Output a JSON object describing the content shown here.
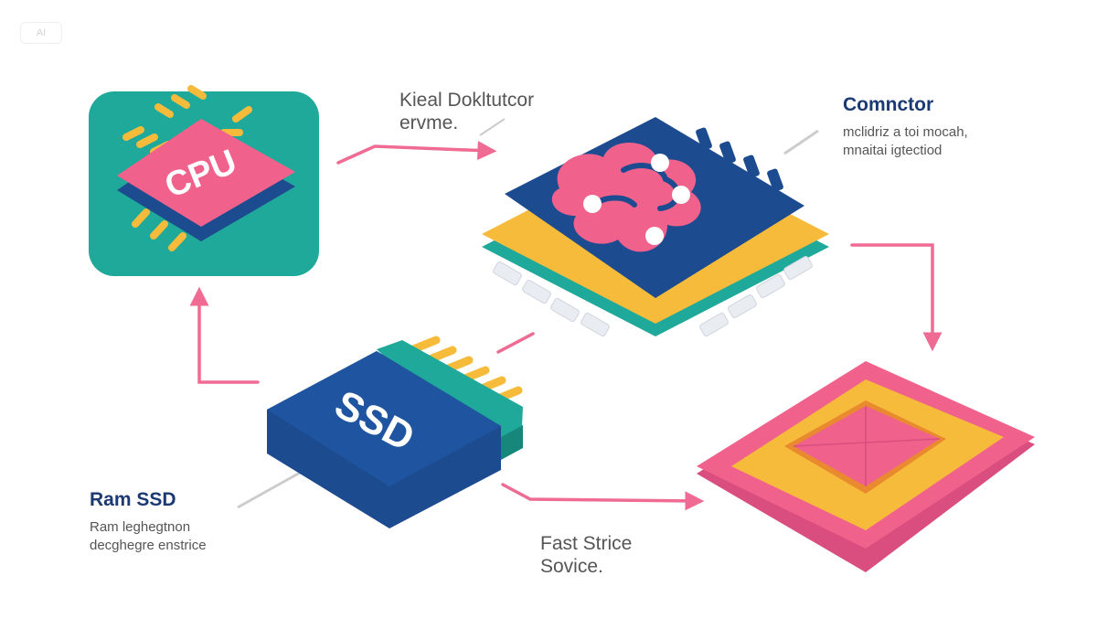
{
  "corner_badge": "AI",
  "nodes": {
    "cpu": {
      "label": "CPU"
    },
    "processor": {
      "label": ""
    },
    "ssd": {
      "label": "SSD"
    },
    "storage": {
      "label": ""
    }
  },
  "annotations": {
    "top_center": {
      "line1": "Kieal Dokltutcor",
      "line2": "ervme."
    },
    "top_right": {
      "title": "Comnctor",
      "line1": "mclidriz a toi mocah,",
      "line2": "mnaitai igtectiod"
    },
    "bottom_left": {
      "title": "Ram SSD",
      "line1": "Ram leghegtnon",
      "line2": "decghegre enstrice"
    },
    "bottom_center": {
      "line1": "Fast Strice",
      "line2": "Sovice."
    }
  },
  "colors": {
    "arrow": "#ef6b93",
    "connector_line": "#cccccc",
    "teal": "#1fa99a",
    "navy": "#1d4b8f",
    "pink": "#f0628c",
    "yellow": "#f7bb3c",
    "title_dark": "#1b3a73"
  }
}
